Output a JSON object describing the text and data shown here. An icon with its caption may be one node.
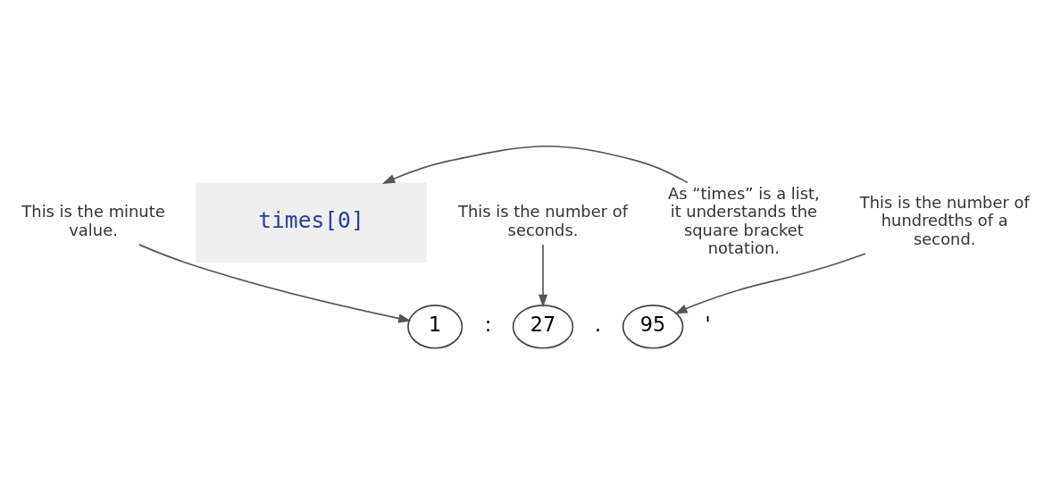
{
  "diagram": {
    "nodes": [
      {
        "text": [
          "times[0]"
        ]
      },
      {
        "text": [
          "As “times” is a list, it understands the square bracket notation."
        ]
      },
      {
        "text": [
          "This is the minute value."
        ]
      },
      {
        "text": [
          "1"
        ]
      },
      {
        "text": [
          "27"
        ]
      },
      {
        "text": [
          "95"
        ]
      },
      {
        "text": [
          "This is the number of seconds."
        ]
      },
      {
        "text": [
          "This is the number of hundredths of a second."
        ]
      }
    ],
    "edges": [
      {
        "from": 1,
        "to": 0,
        "arrow": "to"
      },
      {
        "from": 2,
        "to": 3,
        "arrow": "to"
      },
      {
        "from": 6,
        "to": 4,
        "arrow": "to"
      },
      {
        "from": 7,
        "to": 5,
        "arrow": "to"
      }
    ],
    "labels": [
      ":",
      ".",
      "'"
    ]
  }
}
